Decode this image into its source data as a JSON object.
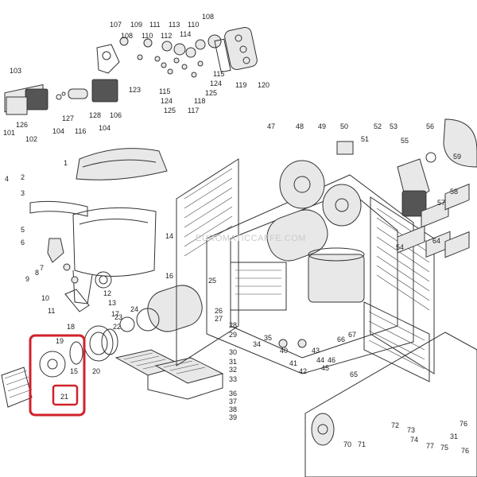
{
  "watermark": "EUROMATICCAFFE.COM",
  "highlight": {
    "color": "#d0222a",
    "focus_label": "21"
  },
  "labels": [
    "107",
    "109",
    "111",
    "113",
    "108",
    "108",
    "110",
    "112",
    "110",
    "114",
    "103",
    "115",
    "124",
    "118",
    "117",
    "125",
    "115",
    "124",
    "125",
    "119",
    "120",
    "123",
    "126",
    "101",
    "102",
    "104",
    "127",
    "116",
    "128",
    "104",
    "106",
    "47",
    "48",
    "49",
    "50",
    "51",
    "52",
    "53",
    "54",
    "55",
    "56",
    "57",
    "58",
    "59",
    "1",
    "2",
    "3",
    "4",
    "5",
    "6",
    "7",
    "8",
    "9",
    "10",
    "11",
    "12",
    "13",
    "14",
    "16",
    "17",
    "18",
    "19",
    "15",
    "20",
    "21",
    "22",
    "23",
    "24",
    "25",
    "26",
    "27",
    "28",
    "29",
    "30",
    "31",
    "32",
    "33",
    "34",
    "35",
    "36",
    "37",
    "38",
    "39",
    "40",
    "41",
    "42",
    "43",
    "44",
    "45",
    "46",
    "64",
    "65",
    "66",
    "67",
    "70",
    "71",
    "72",
    "73",
    "74",
    "75",
    "76",
    "77",
    "31",
    "76"
  ]
}
